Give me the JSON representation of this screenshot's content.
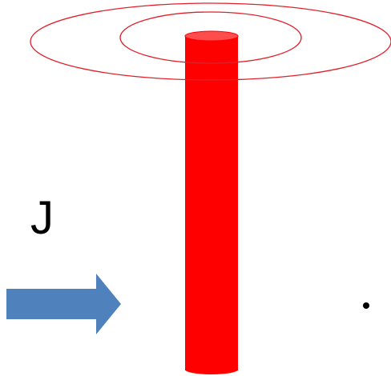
{
  "diagram": {
    "label": "J",
    "colors": {
      "wire": "#ff0000",
      "wire_top": "#ff4d4d",
      "field_lines": "#e0202a",
      "arrow": "#4f81bd",
      "label": "#000000",
      "dot": "#000000"
    },
    "elements": {
      "wire": "current-carrying-wire",
      "field": "concentric-magnetic-field-rings",
      "arrow": "right-arrow",
      "dot": "point-marker"
    }
  }
}
